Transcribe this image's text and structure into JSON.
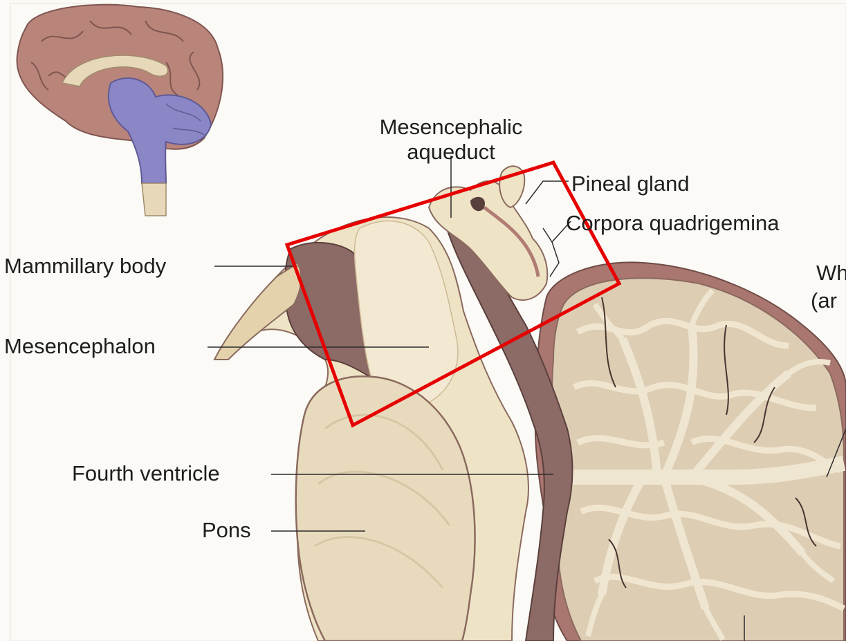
{
  "labels": {
    "mesencephalic_aqueduct_line1": "Mesencephalic",
    "mesencephalic_aqueduct_line2": "aqueduct",
    "pineal_gland": "Pineal gland",
    "corpora_quadrigemina": "Corpora quadrigemina",
    "white_matter_line1": "Wh",
    "white_matter_line2": "(ar",
    "mammillary_body": "Mammillary body",
    "mesencephalon": "Mesencephalon",
    "fourth_ventricle": "Fourth ventricle",
    "pons": "Pons"
  },
  "colors": {
    "background": "#fbfaf6",
    "tissue_light": "#efe3c6",
    "tissue_mid": "#e3d2ac",
    "tissue_dark": "#8c6a66",
    "cortex_pink": "#b07c74",
    "brainstem_blue": "#8b86c6",
    "highlight_box": "#e60000"
  }
}
